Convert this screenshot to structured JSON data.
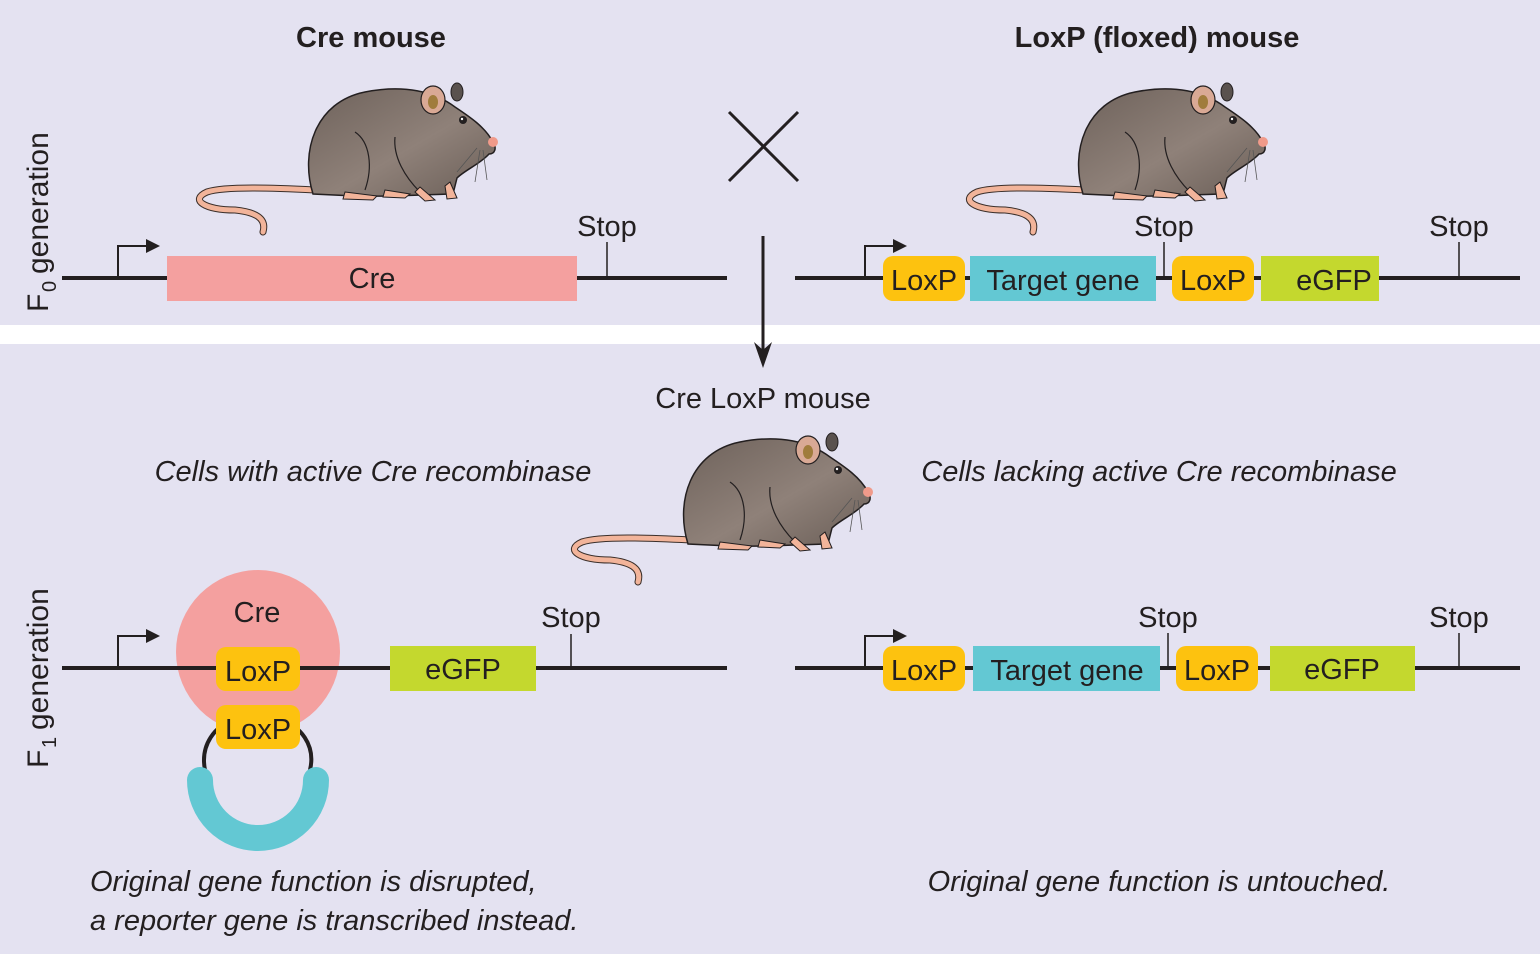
{
  "colors": {
    "panel_bg": "#e4e2f1",
    "cre": "#f4a09f",
    "loxp": "#fdc20f",
    "target_gene": "#63c8d3",
    "egfp": "#c4d82e",
    "line": "#231f20",
    "mouse_body": "#7b6e66",
    "mouse_pink": "#f2b49a"
  },
  "f0": {
    "generation_label_letter": "F",
    "generation_label_sub": "0",
    "generation_label_text": "generation",
    "cre_mouse": {
      "title": "Cre mouse",
      "gene_label": "Cre",
      "stop_label": "Stop"
    },
    "cross_symbol_icon": "cross-icon",
    "loxp_mouse": {
      "title": "LoxP (floxed) mouse",
      "loxp1": "LoxP",
      "target": "Target gene",
      "loxp2": "LoxP",
      "egfp": "eGFP",
      "stop1": "Stop",
      "stop2": "Stop"
    }
  },
  "f1": {
    "generation_label_letter": "F",
    "generation_label_sub": "1",
    "generation_label_text": "generation",
    "offspring_title": "Cre LoxP mouse",
    "left": {
      "heading": "Cells with active Cre recombinase",
      "cre_label": "Cre",
      "loxp1": "LoxP",
      "loxp2": "LoxP",
      "egfp": "eGFP",
      "stop": "Stop",
      "caption_line1": "Original gene function is disrupted,",
      "caption_line2": "a reporter gene is transcribed instead."
    },
    "right": {
      "heading": "Cells lacking active Cre recombinase",
      "loxp1": "LoxP",
      "target": "Target gene",
      "loxp2": "LoxP",
      "egfp": "eGFP",
      "stop1": "Stop",
      "stop2": "Stop",
      "caption": "Original gene function is untouched."
    }
  }
}
